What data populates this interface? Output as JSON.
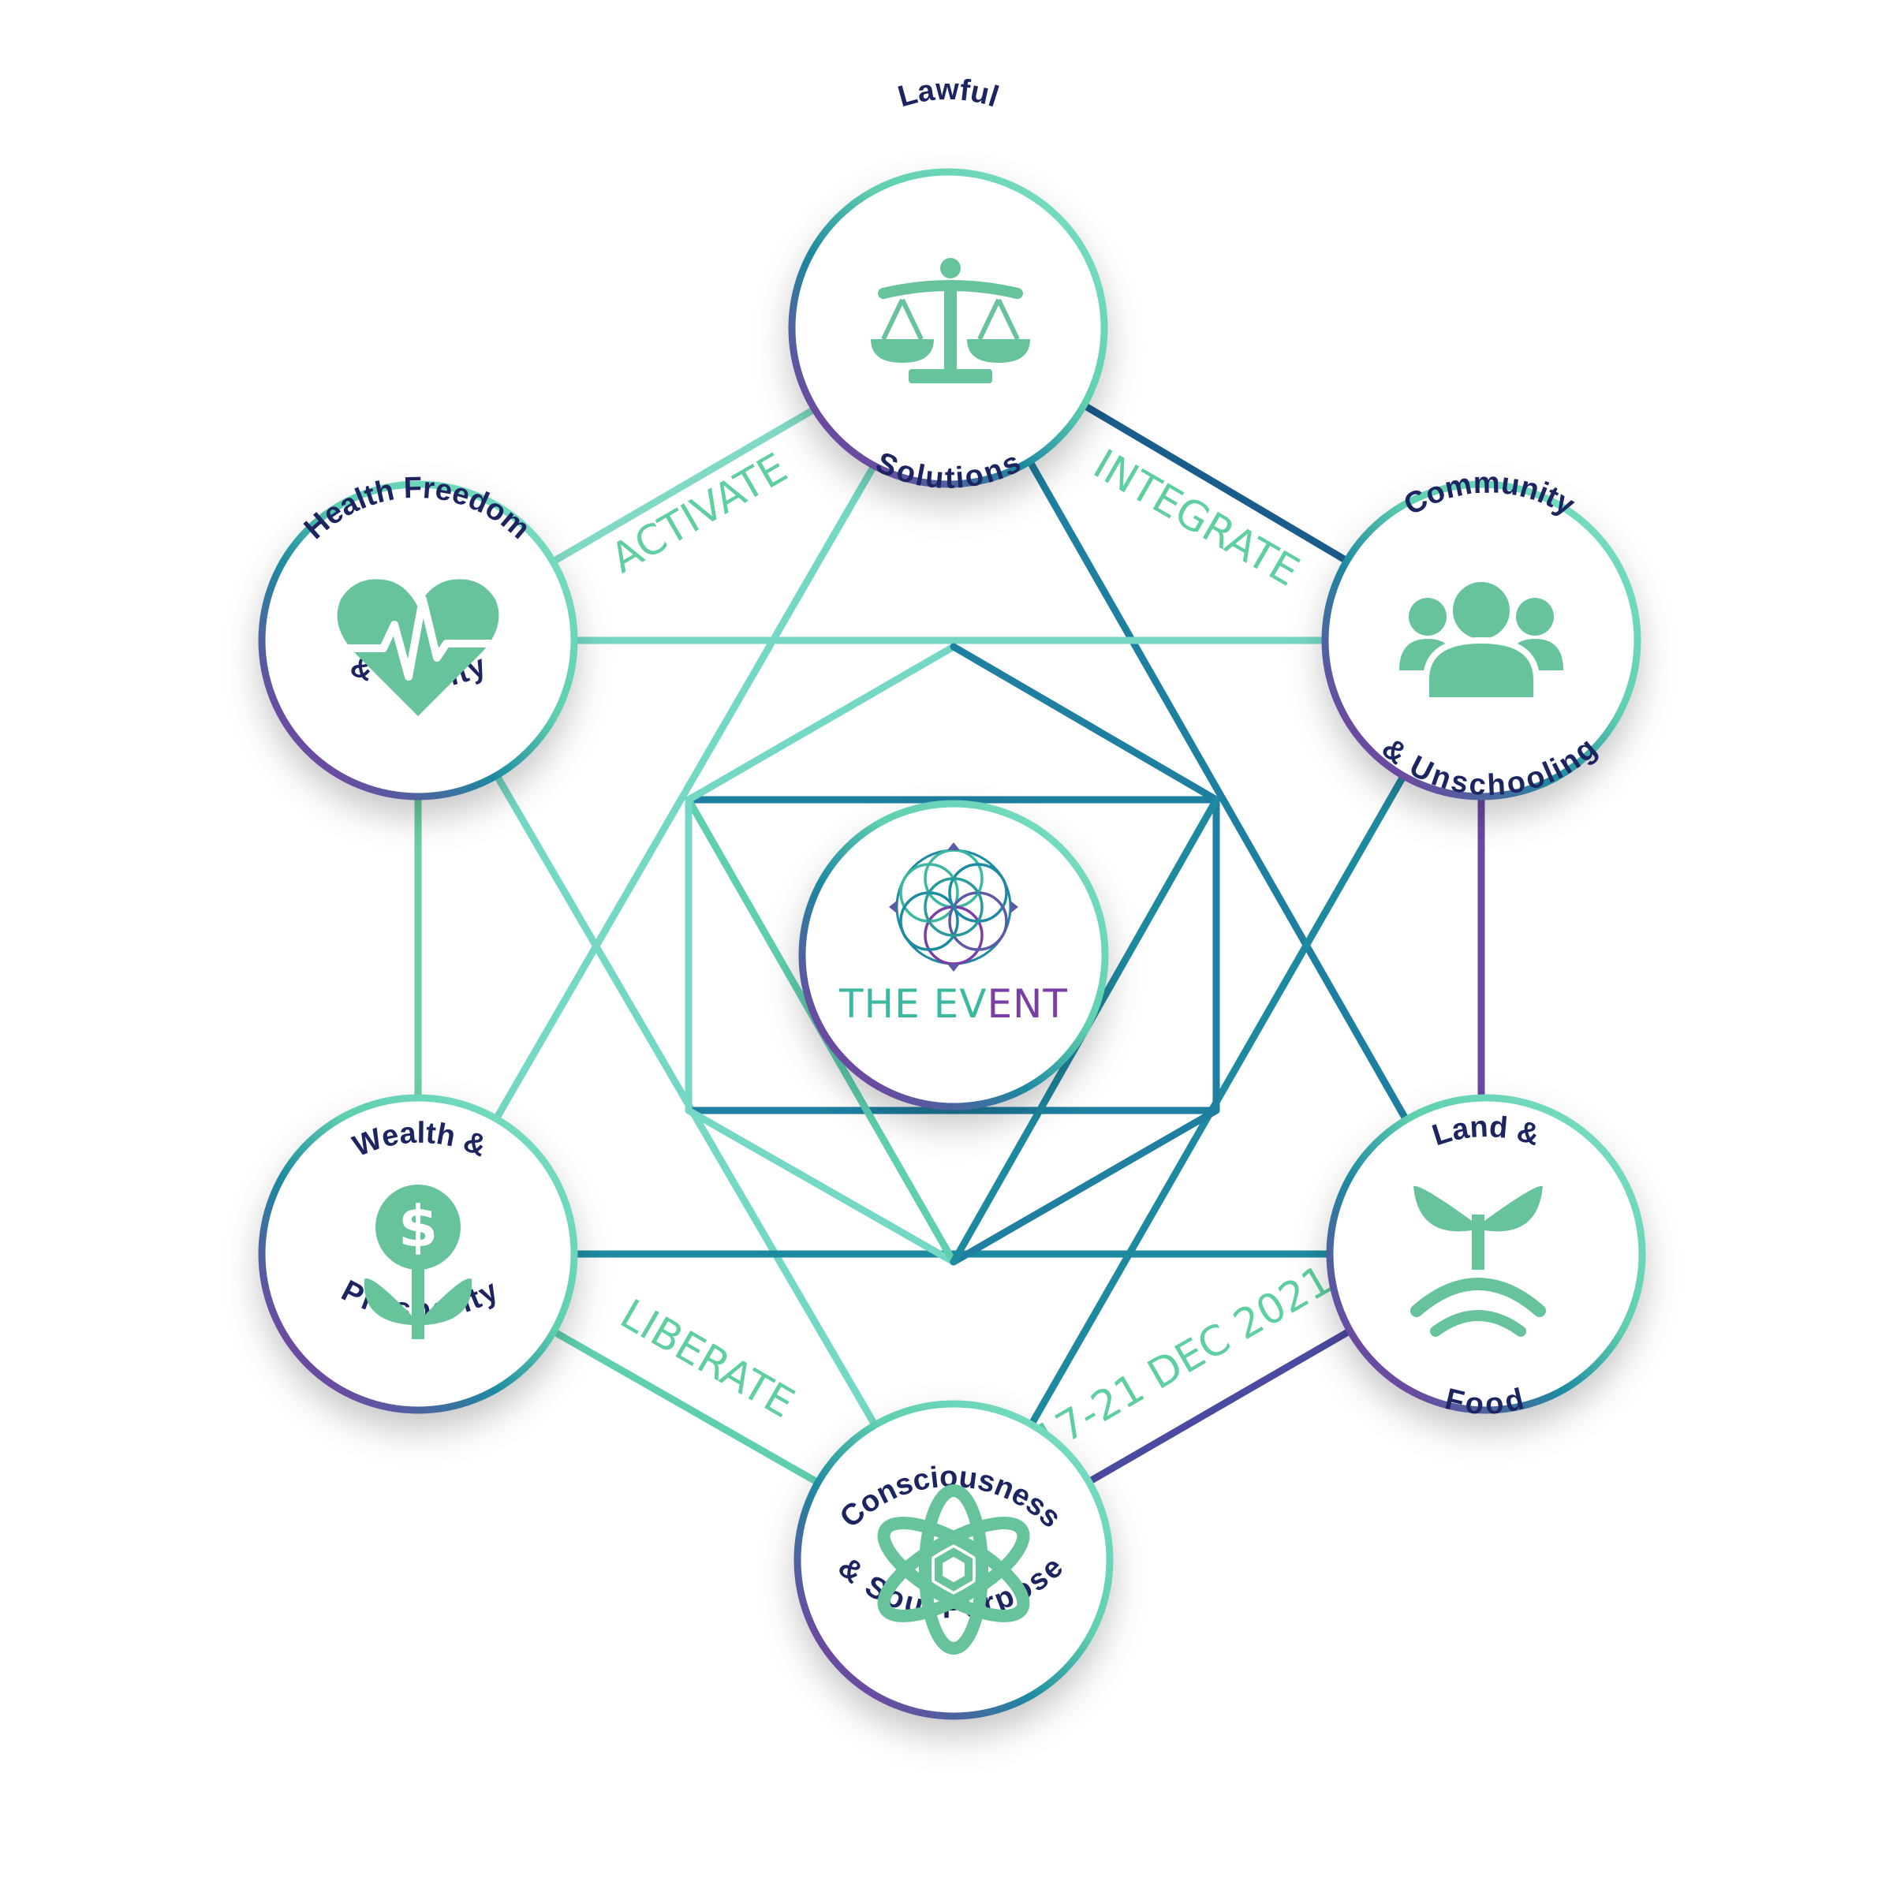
{
  "center": {
    "logo_text_1": "THE EV",
    "logo_text_2": "ENT"
  },
  "nodes": [
    {
      "id": "lawful",
      "top_label": "Lawful",
      "bottom_label": "Solutions",
      "icon": "scales-icon"
    },
    {
      "id": "community",
      "top_label": "Community",
      "bottom_label": "& Unschooling",
      "icon": "people-icon"
    },
    {
      "id": "land",
      "top_label": "Land &",
      "bottom_label": "Food",
      "icon": "sprout-icon"
    },
    {
      "id": "consciousness",
      "top_label": "Consciousness",
      "bottom_label": "& Soul Purpose",
      "icon": "atom-icon"
    },
    {
      "id": "wealth",
      "top_label": "Wealth &",
      "bottom_label": "Prosperity",
      "icon": "money-flower-icon"
    },
    {
      "id": "health",
      "top_label": "Health Freedom",
      "bottom_label": "& Vitality",
      "icon": "heart-pulse-icon"
    }
  ],
  "side_words": {
    "activate": "ACTIVATE",
    "integrate": "INTEGRATE",
    "liberate": "LIBERATE",
    "date": "17-21 DEC 2021"
  },
  "colors": {
    "icon_green": "#66c39c",
    "text_navy": "#1c2560",
    "teal": "#1e8aa0",
    "mint": "#74d8c4",
    "purple": "#6b4aa0",
    "dark_blue": "#1a5c8c"
  }
}
